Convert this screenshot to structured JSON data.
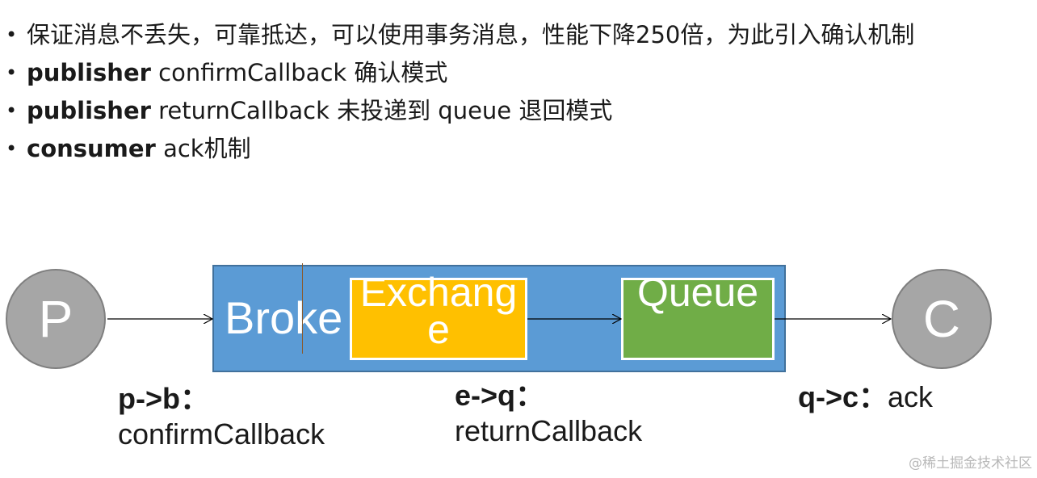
{
  "bullets": [
    {
      "bold": "",
      "text": "保证消息不丢失，可靠抵达，可以使用事务消息，性能下降250倍，为此引入确认机制"
    },
    {
      "bold": "publisher",
      "text": " confirmCallback 确认模式"
    },
    {
      "bold": "publisher",
      "text": " returnCallback 未投递到 queue 退回模式"
    },
    {
      "bold": "consumer",
      "text": " ack机制"
    }
  ],
  "diagram": {
    "producer": "P",
    "consumer": "C",
    "broker": "Broke",
    "exchange": "Exchange",
    "queue": "Queue",
    "colors": {
      "circle": "#a6a6a6",
      "broker": "#5b9bd5",
      "exchange": "#ffc000",
      "queue": "#70ad47"
    }
  },
  "captions": {
    "pb": {
      "head": "p->b：",
      "body": "confirmCallback"
    },
    "eq": {
      "head": "e->q：",
      "body": "returnCallback"
    },
    "qc": {
      "head": "q->c：",
      "body": "ack"
    }
  },
  "watermark": "@稀土掘金技术社区"
}
